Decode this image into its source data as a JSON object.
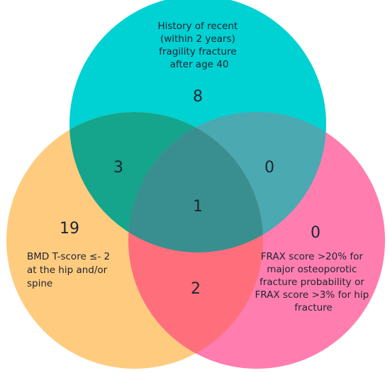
{
  "colors": {
    "fracture": "#00D1D2",
    "bmd": "#FFCB7F",
    "frax": "#FF7EAF",
    "fracture_bmd": "#14A58C",
    "fracture_frax": "#4AA9B1",
    "bmd_frax": "#FF6F7B",
    "all_three": "#398F8F"
  },
  "sets": {
    "fracture": {
      "label_lines": [
        "History of recent",
        "(within 2 years)",
        "fragility fracture",
        "after age 40"
      ],
      "count": "8"
    },
    "bmd": {
      "label_lines": [
        "BMD T-score ≤- 2",
        "at the hip and/or",
        "spine"
      ],
      "count": "19"
    },
    "frax": {
      "label_lines": [
        "FRAX score >20% for",
        "major osteoporotic",
        "fracture probability or",
        "FRAX score >3% for hip",
        "fracture"
      ],
      "count": "0"
    }
  },
  "intersections": {
    "fracture_bmd": "3",
    "fracture_frax": "0",
    "bmd_frax": "2",
    "all_three": "1"
  }
}
